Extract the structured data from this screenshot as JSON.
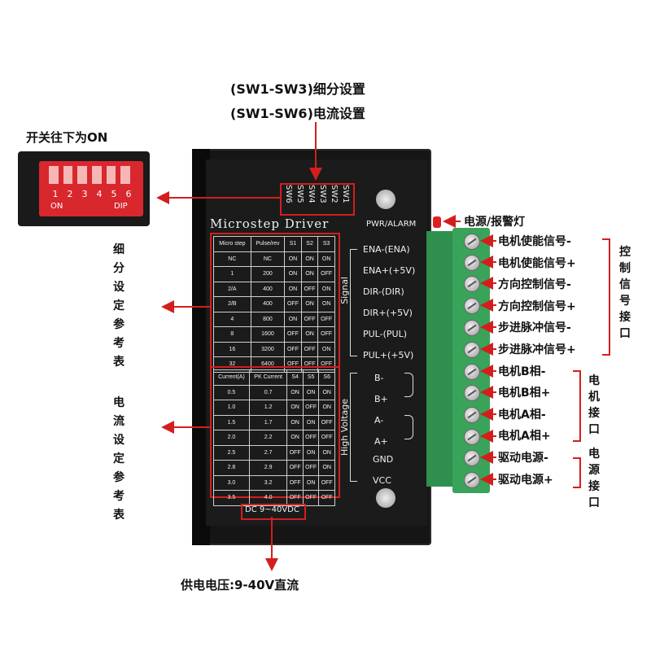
{
  "top_labels": {
    "microstep": "(SW1-SW3)细分设置",
    "current": "(SW1-SW6)电流设置"
  },
  "dip": {
    "title": "开关往下为ON",
    "numbers": [
      "1",
      "2",
      "3",
      "4",
      "5",
      "6"
    ],
    "on_label": "ON",
    "dip_label": "DIP"
  },
  "driver": {
    "title": "Microstep Driver",
    "switch_labels": [
      "SW6",
      "SW5",
      "SW4",
      "SW3",
      "SW2",
      "SW1"
    ],
    "pwr_alarm": "PWR/ALARM",
    "signal_group": "Signal",
    "hv_group": "High Voltage",
    "signal_pins": [
      "ENA-(ENA)",
      "ENA+(+5V)",
      "DIR-(DIR)",
      "DIR+(+5V)",
      "PUL-(PUL)",
      "PUL+(+5V)"
    ],
    "motor_pins": [
      "B-",
      "B+",
      "A-",
      "A+"
    ],
    "power_pins": [
      "GND",
      "VCC"
    ],
    "dc_range": "DC 9~40VDC"
  },
  "micro_table": {
    "headers": [
      "Micro step",
      "Pulse/rev",
      "S1",
      "S2",
      "S3"
    ],
    "rows": [
      [
        "NC",
        "NC",
        "ON",
        "ON",
        "ON"
      ],
      [
        "1",
        "200",
        "ON",
        "ON",
        "OFF"
      ],
      [
        "2/A",
        "400",
        "ON",
        "OFF",
        "ON"
      ],
      [
        "2/B",
        "400",
        "OFF",
        "ON",
        "ON"
      ],
      [
        "4",
        "800",
        "ON",
        "OFF",
        "OFF"
      ],
      [
        "8",
        "1600",
        "OFF",
        "ON",
        "OFF"
      ],
      [
        "16",
        "3200",
        "OFF",
        "OFF",
        "ON"
      ],
      [
        "32",
        "6400",
        "OFF",
        "OFF",
        "OFF"
      ]
    ]
  },
  "current_table": {
    "headers": [
      "Current(A)",
      "PK Current",
      "S4",
      "S5",
      "S6"
    ],
    "rows": [
      [
        "0.5",
        "0.7",
        "ON",
        "ON",
        "ON"
      ],
      [
        "1.0",
        "1.2",
        "ON",
        "OFF",
        "ON"
      ],
      [
        "1.5",
        "1.7",
        "ON",
        "ON",
        "OFF"
      ],
      [
        "2.0",
        "2.2",
        "ON",
        "OFF",
        "OFF"
      ],
      [
        "2.5",
        "2.7",
        "OFF",
        "ON",
        "ON"
      ],
      [
        "2.8",
        "2.9",
        "OFF",
        "OFF",
        "ON"
      ],
      [
        "3.0",
        "3.2",
        "OFF",
        "ON",
        "OFF"
      ],
      [
        "3.5",
        "4.0",
        "OFF",
        "OFF",
        "OFF"
      ]
    ]
  },
  "left_labels": {
    "micro_ref": "细分设定参考表",
    "current_ref": "电流设定参考表"
  },
  "right_labels": {
    "power_alarm_led": "电源/报警灯",
    "terminals": [
      "电机使能信号-",
      "电机使能信号+",
      "方向控制信号-",
      "方向控制信号+",
      "步进脉冲信号-",
      "步进脉冲信号+",
      "电机B相-",
      "电机B相+",
      "电机A相-",
      "电机A相+",
      "驱动电源-",
      "驱动电源+"
    ],
    "group_control": "控制信号接口",
    "group_motor": "电机接口",
    "group_power": "电源接口"
  },
  "bottom_label": "供电电压:9-40V直流",
  "colors": {
    "arrow": "#d41e1e",
    "terminal": "#3aa35a",
    "body": "#151515"
  }
}
